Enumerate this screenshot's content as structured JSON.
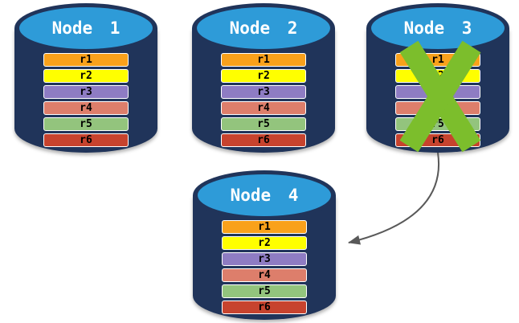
{
  "diagram": {
    "background_color": "#FFFFFF",
    "palette": {
      "cylinder_body": "#20345A",
      "cylinder_top": "#2E9BD8",
      "node_title_text": "#FFFFFF",
      "record_text": "#000000",
      "record_border": "#FFFFFF",
      "failure_x": "#7CBE2C",
      "arrow": "#595959"
    },
    "records": [
      {
        "label": "r1",
        "color": "#F9A11B"
      },
      {
        "label": "r2",
        "color": "#FFFF00"
      },
      {
        "label": "r3",
        "color": "#8E7CC3"
      },
      {
        "label": "r4",
        "color": "#DD7E6B"
      },
      {
        "label": "r5",
        "color": "#93C47D"
      },
      {
        "label": "r6",
        "color": "#C7432E"
      }
    ],
    "nodes": [
      {
        "id": "node-1",
        "title": "Node 1",
        "failed": false
      },
      {
        "id": "node-2",
        "title": "Node 2",
        "failed": false
      },
      {
        "id": "node-3",
        "title": "Node 3",
        "failed": true
      },
      {
        "id": "node-4",
        "title": "Node 4",
        "failed": false
      }
    ],
    "arrow": {
      "from": "node-3",
      "to": "node-4"
    }
  }
}
